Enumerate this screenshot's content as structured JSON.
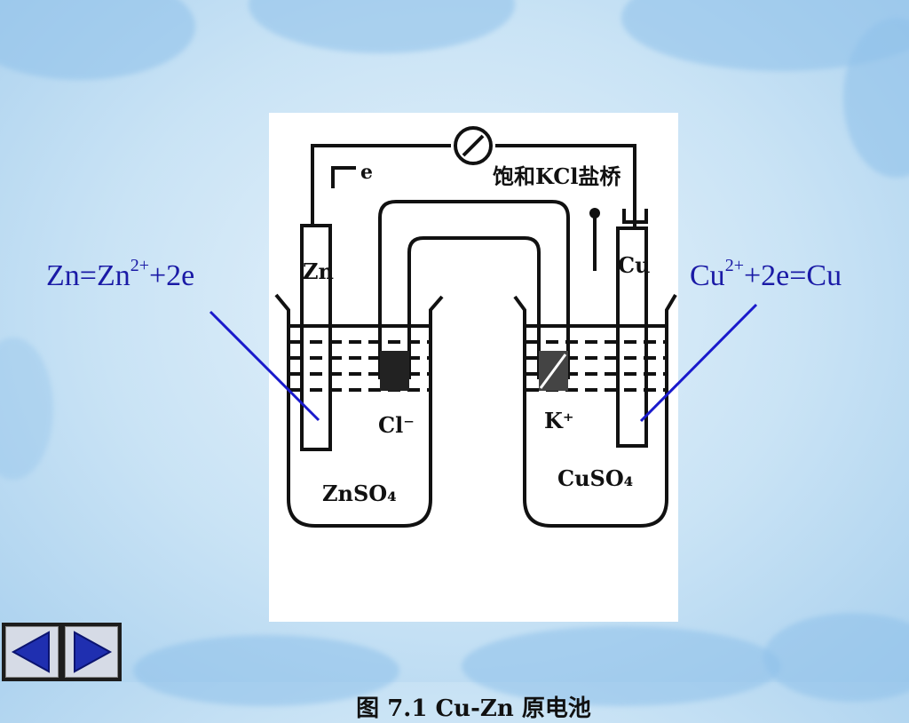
{
  "diagram": {
    "labels": {
      "electron": "e",
      "salt_bridge": "饱和KCl盐桥",
      "zn_electrode": "Zn",
      "cu_electrode": "Cu",
      "chloride_ion": "Cl⁻",
      "potassium_ion": "K⁺",
      "zn_solution": "ZnSO₄",
      "cu_solution": "CuSO₄"
    },
    "caption": "图 7.1  Cu-Zn 原电池"
  },
  "annotations": {
    "left": {
      "base": "Zn=Zn",
      "sup": "2+",
      "tail": "+2e"
    },
    "right": {
      "base": "Cu",
      "sup": "2+",
      "tail": "+2e=Cu"
    }
  },
  "colors": {
    "annotation": "#1a1aa6",
    "pointer": "#1a1acc",
    "nav_box": "#1d1d1d",
    "nav_arrow": "#1f2fb0"
  },
  "navigation": {
    "prev_icon": "triangle-left-icon",
    "next_icon": "triangle-right-icon"
  }
}
